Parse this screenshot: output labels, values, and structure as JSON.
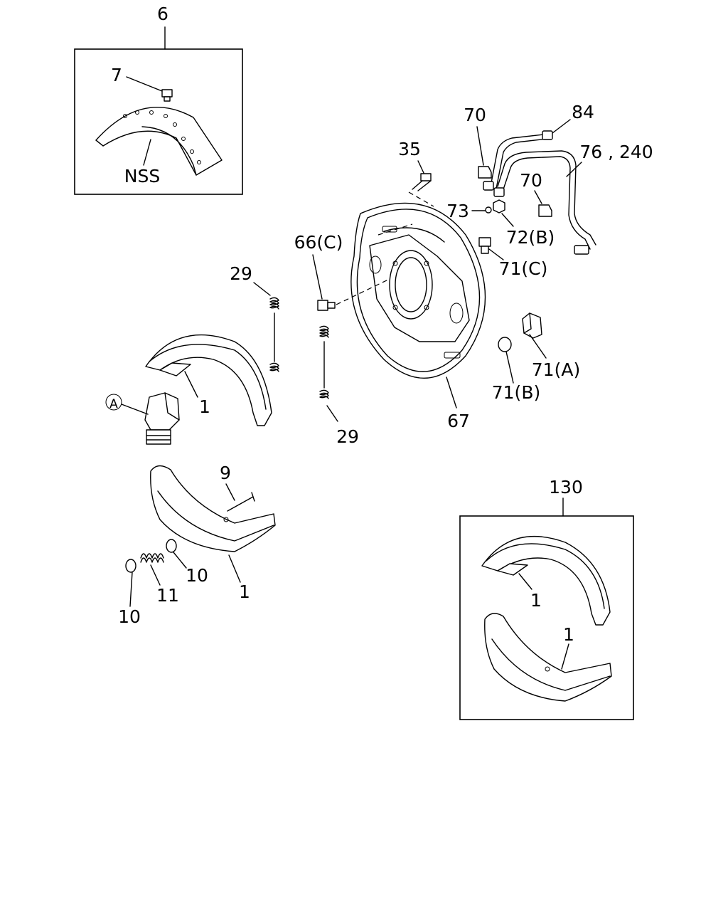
{
  "labels": {
    "l6": "6",
    "l7": "7",
    "lNSS": "NSS",
    "l35": "35",
    "l70a": "70",
    "l84": "84",
    "l76": "76 , 240",
    "l70b": "70",
    "l73": "73",
    "l72B": "72(B)",
    "l66C": "66(C)",
    "l71C": "71(C)",
    "l29a": "29",
    "l71A": "71(A)",
    "l71B": "71(B)",
    "l67": "67",
    "l29b": "29",
    "lA": "A",
    "l1a": "1",
    "l9": "9",
    "l10a": "10",
    "l11": "11",
    "l10b": "10",
    "l1b": "1",
    "l130": "130",
    "l1c": "1",
    "l1d": "1"
  }
}
